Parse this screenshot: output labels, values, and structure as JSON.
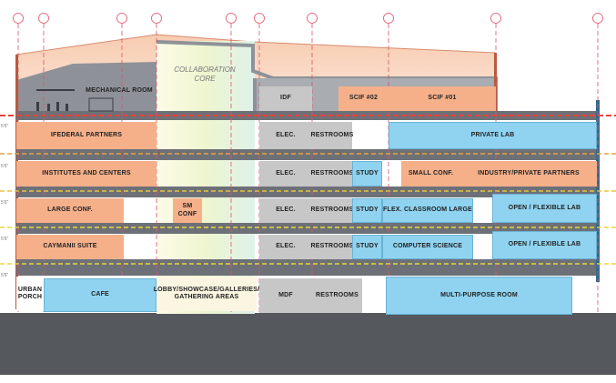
{
  "colors": {
    "office": "#f5b08a",
    "lab": "#8fd3f0",
    "core": "#c7c7c7",
    "slab": "#6d7177",
    "ground": "#55585c",
    "gridline": "#e0506a"
  },
  "collaboration": {
    "line1": "COLLABORATION",
    "line2": "CORE"
  },
  "level_marks": [
    "5'6\"",
    "5'6\"",
    "5'6\"",
    "5'6\"",
    "5'6\""
  ],
  "penthouse": {
    "mechanical_room": "MECHANICAL ROOM",
    "idf": "IDF",
    "scif_02": "SCIF #02",
    "scif_01": "SCIF #01"
  },
  "level4": {
    "ifederal": "IFEDERAL PARTNERS",
    "elec": "ELEC.",
    "restrooms": "RESTROOMS",
    "private_lab": "PRIVATE LAB"
  },
  "level3": {
    "institutes": "INSTITUTES AND CENTERS",
    "elec": "ELEC.",
    "restrooms": "RESTROOMS",
    "study": "STUDY",
    "small_conf": "SMALL CONF.",
    "industry": "INDUSTRY/PRIVATE PARTNERS"
  },
  "level2": {
    "large_conf": "LARGE CONF.",
    "sm_conf": "SM CONF",
    "elec": "ELEC.",
    "restrooms": "RESTROOMS",
    "study": "STUDY",
    "flex_classroom": "FLEX. CLASSROOM LARGE",
    "open_lab": "OPEN / FLEXIBLE LAB"
  },
  "level1": {
    "caymanii": "CAYMANII SUITE",
    "elec": "ELEC.",
    "restrooms": "RESTROOMS",
    "study": "STUDY",
    "computer_science": "COMPUTER SCIENCE",
    "open_lab": "OPEN / FLEXIBLE LAB"
  },
  "ground": {
    "urban_porch": "URBAN PORCH",
    "cafe": "CAFE",
    "lobby": "LOBBY/SHOWCASE/GALLERIES/ GATHERING AREAS",
    "mdf": "MDF",
    "restrooms": "RESTROOMS",
    "multipurpose": "MULTI-PURPOSE ROOM"
  }
}
